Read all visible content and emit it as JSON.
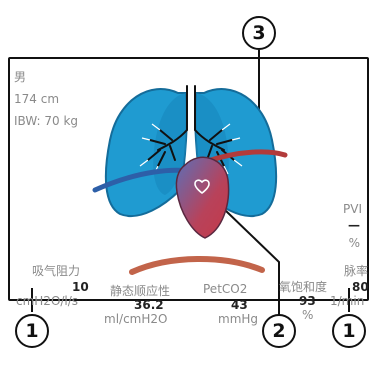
{
  "patient": {
    "sex": "男",
    "height": "174 cm",
    "ibw": "IBW: 70 kg"
  },
  "pvi": {
    "label": "PVI",
    "value": "—",
    "unit": "%"
  },
  "resistance": {
    "label": "吸气阻力",
    "value": "10",
    "unit": "cmH2O/l/s"
  },
  "compliance": {
    "label": "静态顺应性",
    "value": "36.2",
    "unit": "ml/cmH2O"
  },
  "petco2": {
    "label": "PetCO2",
    "value": "43",
    "unit": "mmHg"
  },
  "spo2": {
    "label": "氧饱和度",
    "value": "93",
    "unit": "%"
  },
  "pulse": {
    "label": "脉率",
    "value": "80",
    "unit": "1/min"
  },
  "callouts": {
    "lung": "3",
    "heart": "2",
    "left": "1",
    "right": "1"
  },
  "colors": {
    "lung": "#1f9bd1",
    "lung_dark": "#146c9a",
    "heart": "#c43a4a",
    "vessel_blue": "#2d5fa8",
    "vessel_red": "#b23b3b"
  }
}
